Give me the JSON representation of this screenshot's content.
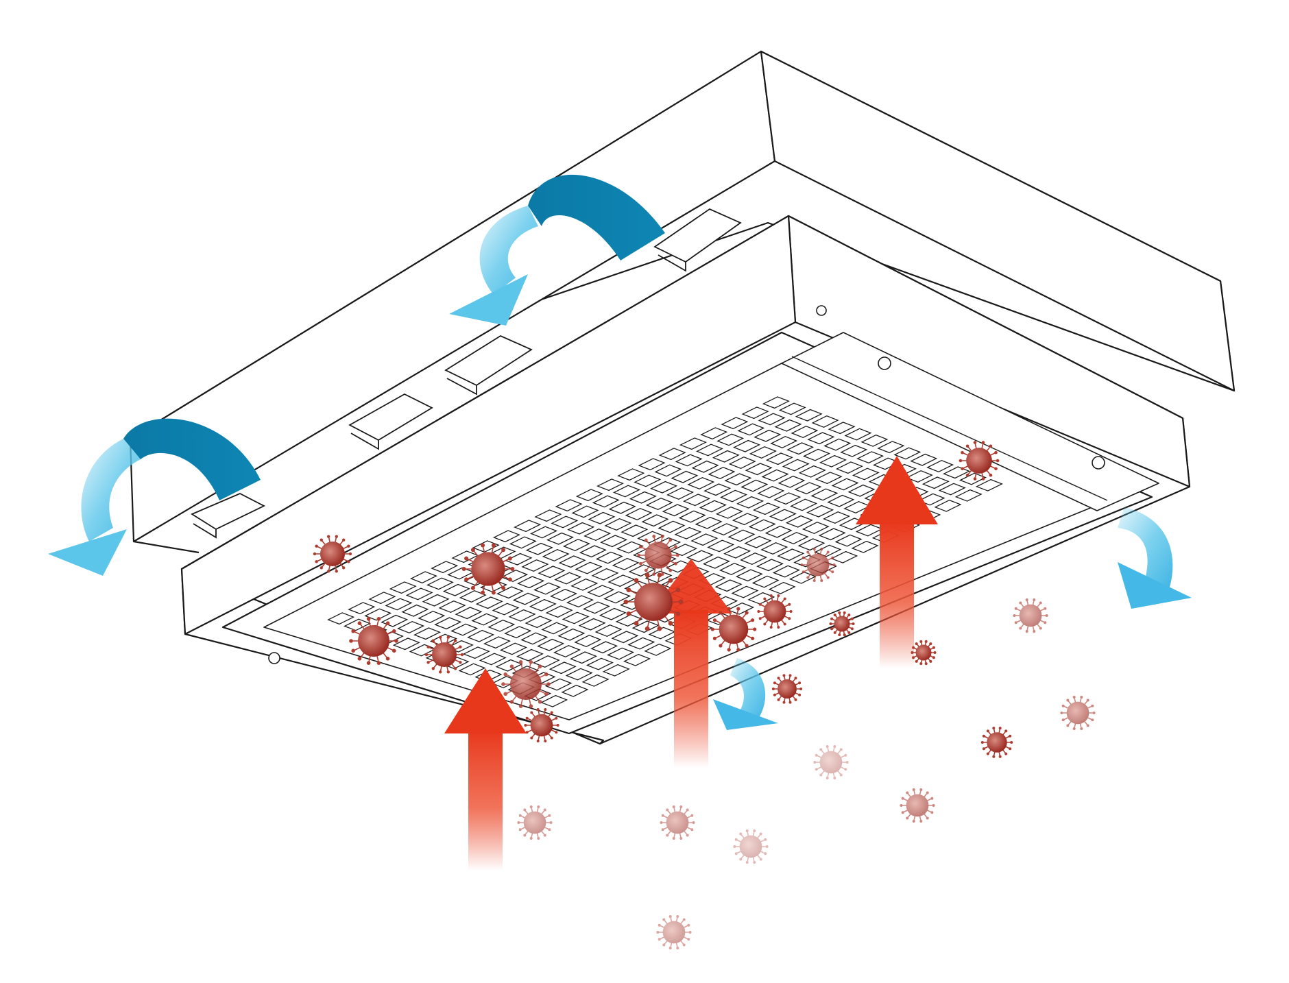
{
  "diagram": {
    "kind": "ceiling-mounted air purification unit, isometric line drawing",
    "colors": {
      "outline": "#1a1a1a",
      "panel": "#ffffff",
      "intake_arrow": "#e8381c",
      "exhaust_arrow_dark": "#0e86b4",
      "exhaust_arrow_light": "#5cc6ea",
      "particle": "#b03a2e"
    },
    "icons": {
      "intake_flow": "arrow-up-icon",
      "exhaust_flow": "curved-arrow-icon",
      "particle": "virus-icon"
    },
    "counts": {
      "intake_arrows": 3,
      "exhaust_arrows": 4,
      "filter_grid_rows": 14,
      "filter_grid_cols": 22
    }
  }
}
